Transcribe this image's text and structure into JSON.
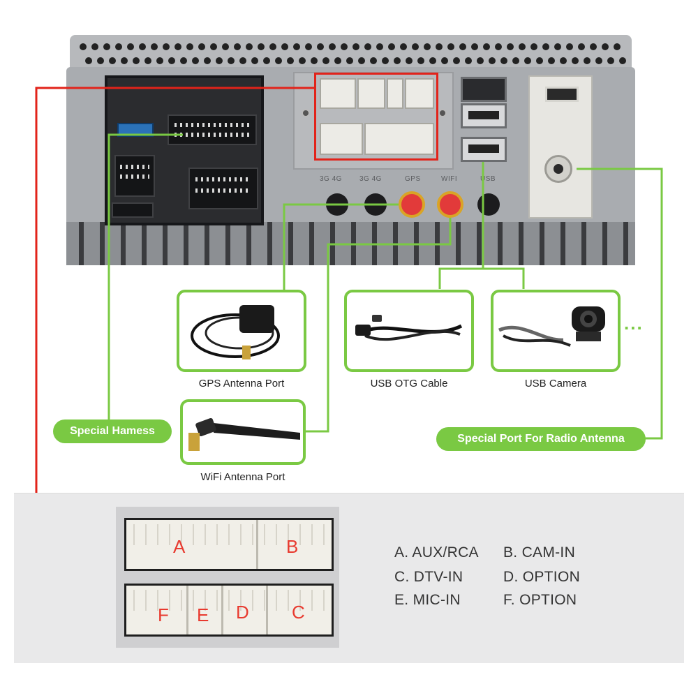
{
  "colors": {
    "accent_green": "#7ac943",
    "harness_red": "#e2231a",
    "letter_red": "#e83a2f"
  },
  "unit": {
    "jack_labels": [
      "3G 4G",
      "3G 4G",
      "GPS",
      "WIFI",
      "USB"
    ]
  },
  "items": {
    "gps_caption": "GPS Antenna Port",
    "usb_otg_caption": "USB OTG Cable",
    "usb_camera_caption": "USB Camera",
    "wifi_caption": "WiFi Antenna Port",
    "more_indicator": "..."
  },
  "callouts": {
    "special_harness": "Special Hamess",
    "radio_antenna": "Special Port For Radio Antenna"
  },
  "connector": {
    "letters": [
      "A",
      "B",
      "F",
      "E",
      "D",
      "C"
    ]
  },
  "legend": [
    "A. AUX/RCA",
    "B. CAM-IN",
    "C. DTV-IN",
    "D. OPTION",
    "E. MIC-IN",
    "F. OPTION"
  ]
}
